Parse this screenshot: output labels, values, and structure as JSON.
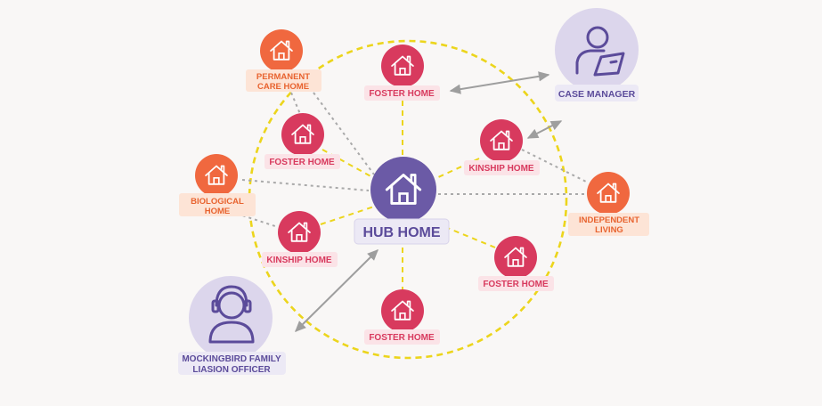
{
  "colors": {
    "hub": "#6b5aa6",
    "foster": "#d83a5e",
    "orange": "#f0683f",
    "lavender": "#dcd6ec",
    "label_pink_bg": "#fbe3e7",
    "label_pink_text": "#d83a5e",
    "label_orange_bg": "#fde4d6",
    "label_orange_text": "#e8632f",
    "label_purple_bg": "#ece9f5",
    "label_purple_text": "#5b4b9a",
    "circle": "#ecd51c",
    "dotted": "#a9a9a9",
    "arrow": "#9e9e9e"
  },
  "nodes": {
    "hub": {
      "label": "HUB HOME",
      "icon": "house-icon"
    },
    "foster_top": {
      "label": "FOSTER HOME",
      "icon": "house-icon"
    },
    "foster_left": {
      "label": "FOSTER HOME",
      "icon": "house-icon"
    },
    "kinship_right": {
      "label": "KINSHIP HOME",
      "icon": "house-icon"
    },
    "kinship_left": {
      "label": "KINSHIP HOME",
      "icon": "house-icon"
    },
    "foster_right": {
      "label": "FOSTER HOME",
      "icon": "house-icon"
    },
    "foster_bottom": {
      "label": "FOSTER HOME",
      "icon": "house-icon"
    },
    "permanent": {
      "label_line1": "PERMANENT",
      "label_line2": "CARE HOME",
      "icon": "house-icon"
    },
    "biological": {
      "label_line1": "BIOLOGICAL",
      "label_line2": "HOME",
      "icon": "house-icon"
    },
    "independent": {
      "label_line1": "INDEPENDENT",
      "label_line2": "LIVING",
      "icon": "house-icon"
    },
    "case_manager": {
      "label": "CASE MANAGER",
      "icon": "person-reading-icon"
    },
    "liaison": {
      "label_line1": "MOCKINGBIRD FAMILY",
      "label_line2": "LIASION OFFICER",
      "icon": "headset-person-icon"
    }
  }
}
